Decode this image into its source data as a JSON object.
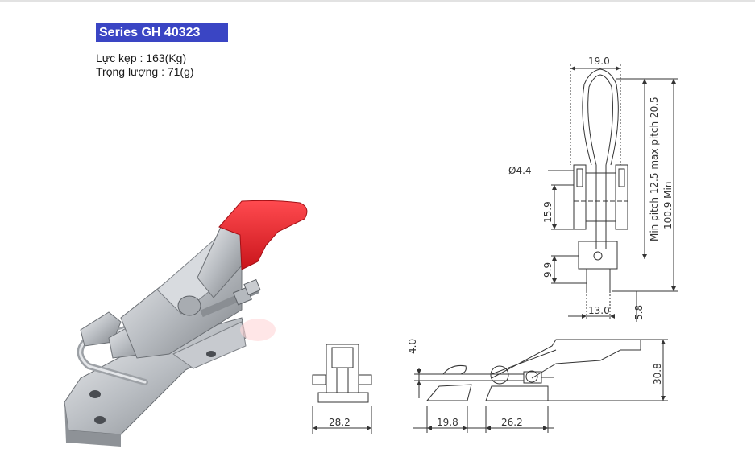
{
  "title": "Series GH 40323",
  "specs": [
    {
      "label": "Lực kẹp",
      "value": "163(Kg)"
    },
    {
      "label": "Trọng lượng",
      "value": "71(g)"
    }
  ],
  "dimensions": {
    "width_top": "19.0",
    "hole": "Ø4.4",
    "pitch": "Min pitch 12.5 max pitch 20.5",
    "min_length": "100.9 Min",
    "d159": "15.9",
    "d99": "9.9",
    "d130": "13.0",
    "d58": "5.8",
    "d40": "4.0",
    "d308": "30.8",
    "d282a": "28.2",
    "d198": "19.8",
    "d262": "26.2"
  },
  "colors": {
    "title_bg": "#3a45c4",
    "handle_red": "#e8232a"
  }
}
